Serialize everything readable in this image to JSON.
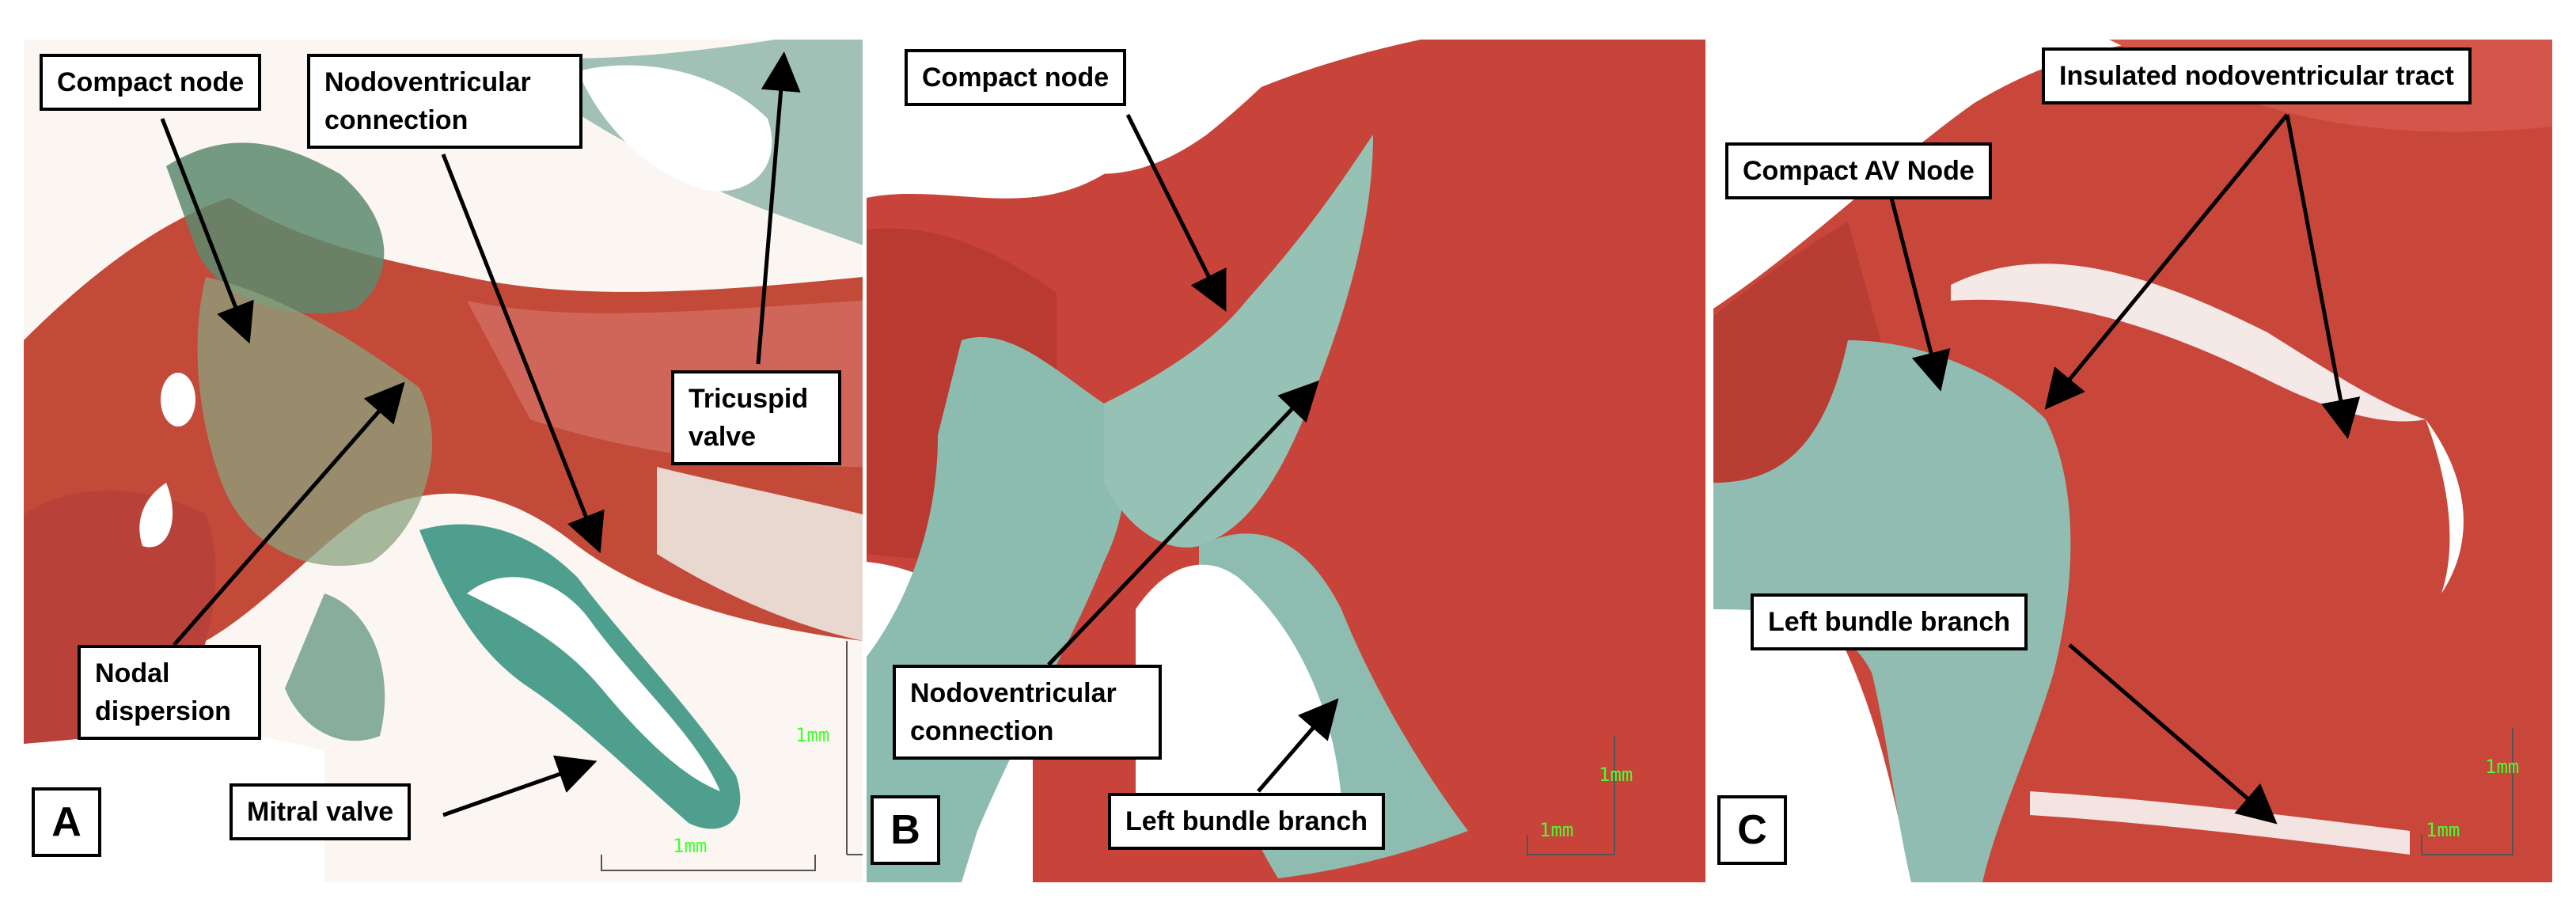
{
  "panels": [
    {
      "letter": "A",
      "labels": {
        "compact_node": "Compact node",
        "nodoventricular_connection": "Nodoventricular connection",
        "tricuspid_valve": "Tricuspid valve",
        "nodal_dispersion": "Nodal dispersion",
        "mitral_valve": "Mitral valve"
      },
      "scale_bars": [
        "1mm",
        "1mm"
      ]
    },
    {
      "letter": "B",
      "labels": {
        "compact_node": "Compact node",
        "nodoventricular_connection": "Nodoventricular connection",
        "left_bundle_branch": "Left bundle branch"
      },
      "scale_bars": [
        "1mm",
        "1mm"
      ]
    },
    {
      "letter": "C",
      "labels": {
        "insulated_tract": "Insulated nodoventricular tract",
        "compact_av_node": "Compact AV Node",
        "left_bundle_branch": "Left bundle branch"
      },
      "scale_bars": [
        "1mm",
        "1mm"
      ]
    }
  ],
  "colors": {
    "myocardium": "#c0392b",
    "connective_tissue": "#7fb5a8",
    "background": "#ffffff",
    "scale_bar": "#46ff30"
  }
}
